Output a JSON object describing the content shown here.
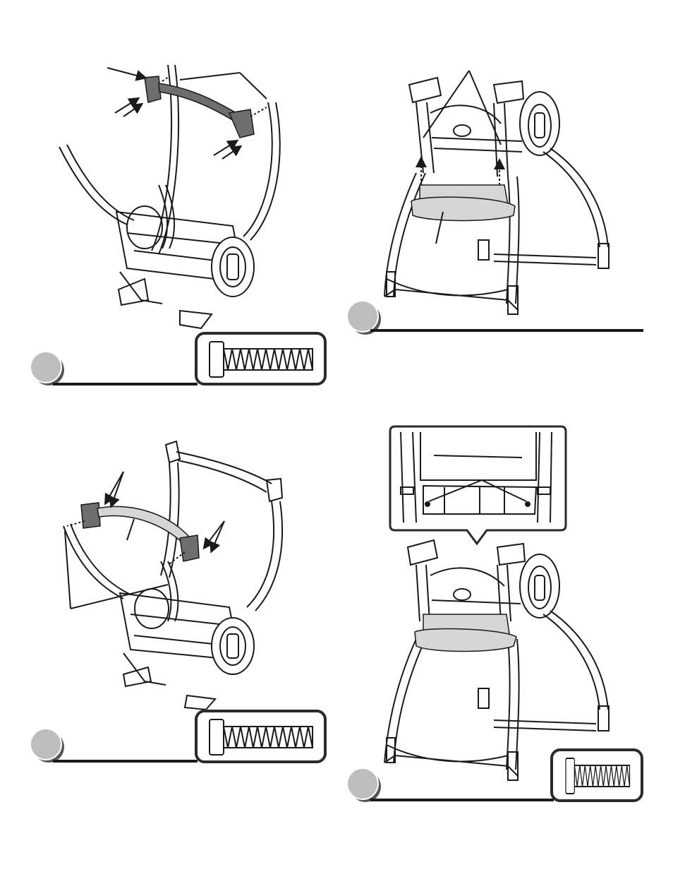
{
  "page": {
    "steps": [
      {
        "id": "step-top-left",
        "number": "",
        "has_screw": true
      },
      {
        "id": "step-top-right",
        "number": "",
        "has_screw": false
      },
      {
        "id": "step-bottom-left",
        "number": "",
        "has_screw": true
      },
      {
        "id": "step-bottom-right",
        "number": "",
        "has_screw": true
      }
    ]
  },
  "colors": {
    "line": "#1a1a1a",
    "part_fill": "#d6d6d6",
    "part_dark": "#6e6e6e",
    "badge": "#bdbdbd",
    "badge_shadow": "#555555",
    "box_stroke": "#2a2a2a"
  },
  "icons": [
    "screw-icon",
    "step-badge-icon",
    "callout-arrow-icon"
  ]
}
